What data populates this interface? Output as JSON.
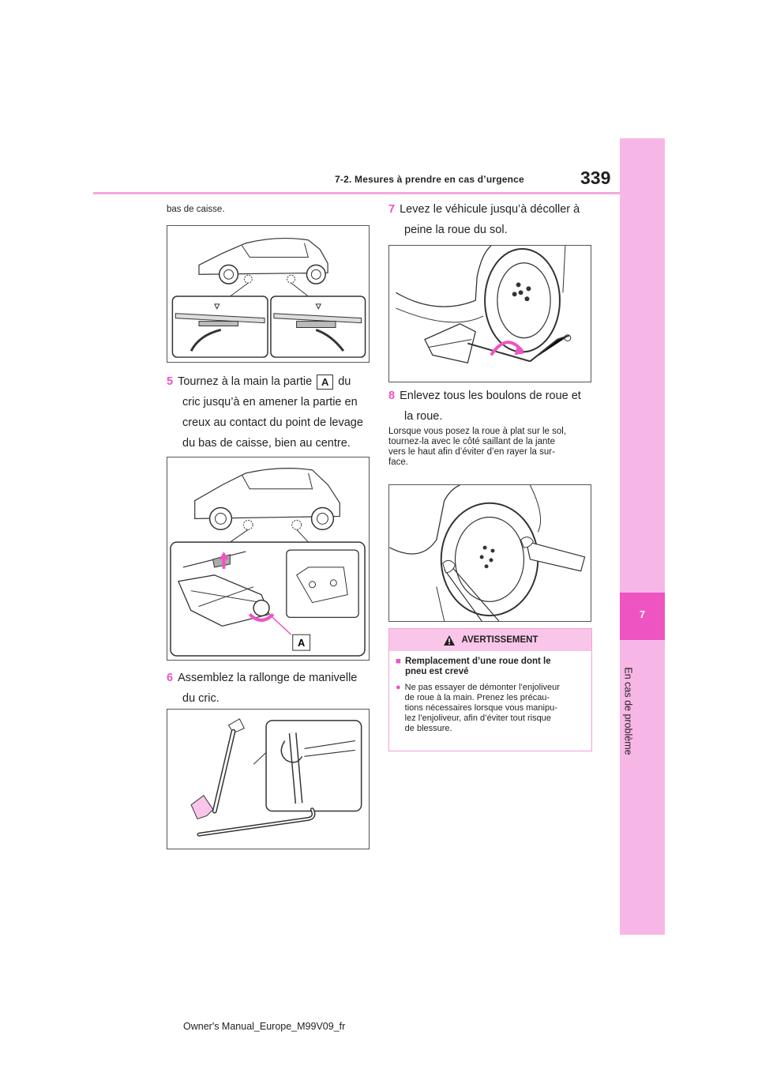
{
  "header": {
    "section": "7-2. Mesures à prendre en cas d’urgence",
    "page_number": "339"
  },
  "side_tab": {
    "chapter_number": "7",
    "chapter_title": "En cas de problème"
  },
  "left": {
    "intro": "bas de caisse.",
    "step5": {
      "number": "5",
      "line1_pre": "Tournez à la main la partie",
      "callout": "A",
      "line1_post": "du",
      "line2": "cric jusqu’à en amener la partie en",
      "line3": "creux au contact du point de levage",
      "line4": "du bas de caisse, bien au centre."
    },
    "fig2_callout": "A",
    "step6": {
      "number": "6",
      "line1": "Assemblez la rallonge de manivelle",
      "line2": "du cric."
    }
  },
  "right": {
    "step7": {
      "number": "7",
      "line1": "Levez le véhicule jusqu’à décoller à",
      "line2": "peine la roue du sol."
    },
    "step8": {
      "number": "8",
      "line1": "Enlevez tous les boulons de roue et",
      "line2": "la roue."
    },
    "note": {
      "line1": "Lorsque vous posez la roue à plat sur le sol,",
      "line2": "tournez-la avec le côté saillant de la jante",
      "line3": "vers le haut afin d’éviter d’en rayer la sur-",
      "line4": "face."
    },
    "warning": {
      "heading": "AVERTISSEMENT",
      "title_line1": "Remplacement d’une roue dont le",
      "title_line2": "pneu est crevé",
      "body_line1": "Ne pas essayer de démonter l’enjoliveur",
      "body_line2": "de roue à la main. Prenez les précau-",
      "body_line3": "tions nécessaires lorsque vous manipu-",
      "body_line4": "lez l’enjoliveur, afin d’éviter tout risque",
      "body_line5": "de blessure."
    }
  },
  "footer": {
    "text": "Owner's Manual_Europe_M99V09_fr"
  },
  "colors": {
    "accent": "#ee54c2",
    "tab": "#f7b7e6",
    "warning_head": "#f9c6ea"
  }
}
